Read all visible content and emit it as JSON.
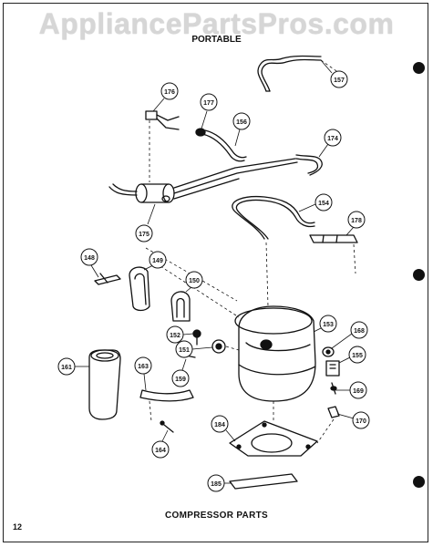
{
  "watermark": "AppliancePartsPros.com",
  "heading": "PORTABLE",
  "footer_title": "COMPRESSOR PARTS",
  "page_number": "12",
  "callouts": [
    "157",
    "176",
    "177",
    "156",
    "174",
    "175",
    "154",
    "178",
    "148",
    "149",
    "150",
    "152",
    "153",
    "168",
    "151",
    "159",
    "155",
    "161",
    "163",
    "169",
    "164",
    "170",
    "184",
    "185"
  ]
}
